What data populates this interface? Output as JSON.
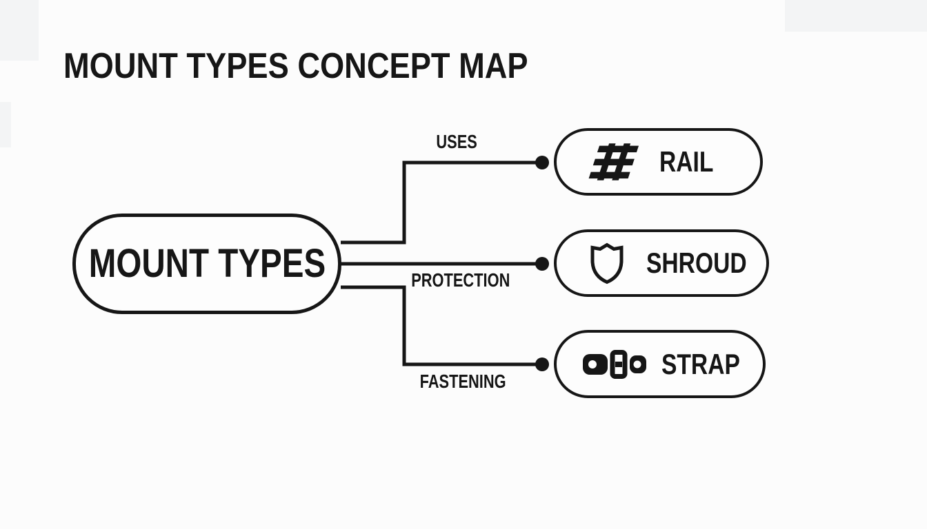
{
  "page": {
    "title": "MOUNT TYPES CONCEPT MAP",
    "background_color": "#fcfcfc",
    "ink_color": "#161616"
  },
  "center_node": {
    "label": "MOUNT TYPES"
  },
  "nodes": [
    {
      "label": "RAIL",
      "icon": "rail-track-icon"
    },
    {
      "label": "SHROUD",
      "icon": "shield-icon"
    },
    {
      "label": "STRAP",
      "icon": "belt-strap-icon"
    }
  ],
  "edges": [
    {
      "label": "USES",
      "from": "MOUNT TYPES",
      "to": "RAIL"
    },
    {
      "label": "PROTECTION",
      "from": "MOUNT TYPES",
      "to": "SHROUD"
    },
    {
      "label": "FASTENING",
      "from": "MOUNT TYPES",
      "to": "STRAP"
    }
  ]
}
